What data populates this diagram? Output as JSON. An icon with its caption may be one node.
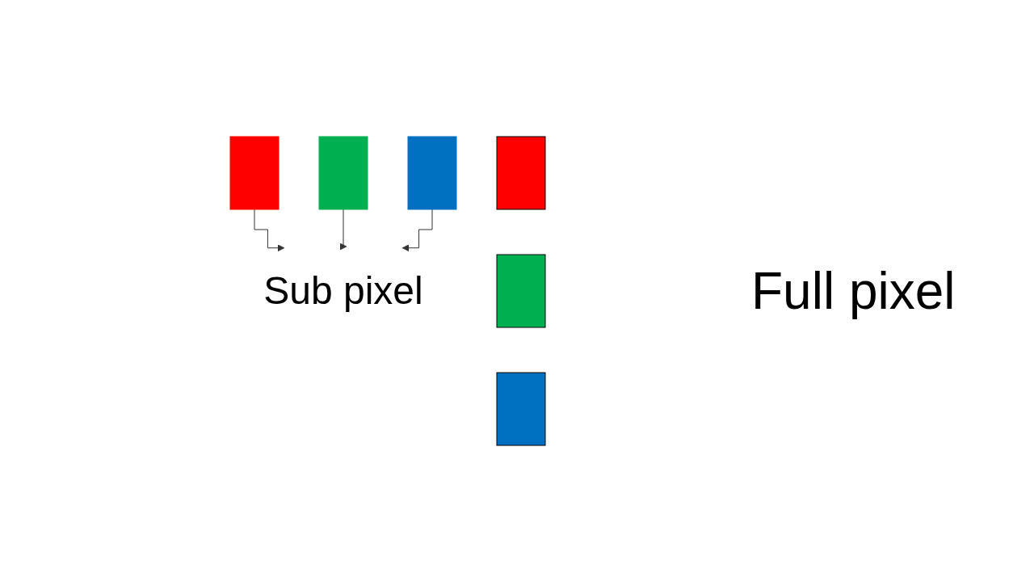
{
  "diagram": {
    "nodes": [
      {
        "text": [],
        "shape": "box"
      },
      {
        "text": [],
        "shape": "box"
      },
      {
        "text": [],
        "shape": "box"
      },
      {
        "text": [
          "Sub pixel"
        ]
      },
      {
        "text": [],
        "shape": "box"
      },
      {
        "text": [],
        "shape": "box"
      },
      {
        "text": [],
        "shape": "box"
      }
    ],
    "edges": [
      {
        "from": 0,
        "to": 3,
        "arrow": "to"
      },
      {
        "from": 1,
        "to": 3,
        "arrow": "to"
      },
      {
        "from": 2,
        "to": 3,
        "arrow": "to"
      }
    ],
    "labels": [
      "Full pixel"
    ]
  }
}
